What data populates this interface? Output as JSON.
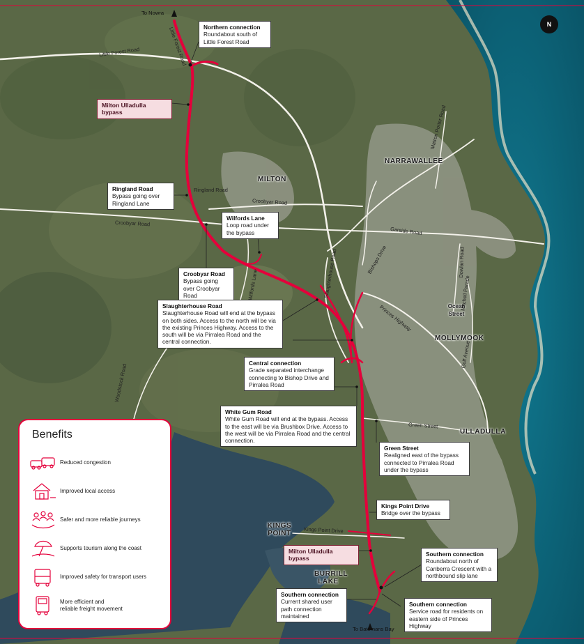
{
  "directions": {
    "north": "To Nowra",
    "south": "To Batemans Bay"
  },
  "north_arrow": "N",
  "towns": {
    "milton": "MILTON",
    "narrawallee": "NARRAWALLEE",
    "mollymook": "MOLLYMOOK",
    "ulladulla": "ULLADULLA",
    "kings_point": "KINGS POINT",
    "burrill_lake": "BURRILL LAKE",
    "ocean_street": "Ocean Street"
  },
  "roads": {
    "little_forest": "Little Forest Road",
    "little_forest_short": "Little Forest Road",
    "ringland": "Ringland Road",
    "croobyar_east": "Croobyar Road",
    "croobyar_west": "Croobyar Road",
    "wilfords": "Wilfords Lane",
    "slaughterhouse": "Slaughterhouse Road",
    "bishops": "Bishops Drive",
    "garside": "Garside Road",
    "matron_porter": "Matron Porter Road",
    "dowlan": "Dowlan Road",
    "mitchell": "Mitchell Parade",
    "princes": "Princes Highway",
    "golf": "Golf Avenue",
    "green": "Green Street",
    "woodstock": "Woodstock Road",
    "kings_point_drive": "Kings Point Drive"
  },
  "callouts": {
    "northern": {
      "title": "Northern connection",
      "body": "Roundabout south of Little Forest Road"
    },
    "bypass_north": {
      "title": "Milton Ulladulla bypass"
    },
    "ringland": {
      "title": "Ringland Road",
      "body": "Bypass going over Ringland Lane"
    },
    "wilfords": {
      "title": "Wilfords Lane",
      "body": "Loop road under the bypass"
    },
    "croobyar": {
      "title": "Croobyar Road",
      "body": "Bypass going over Croobyar Road"
    },
    "slaughterhouse": {
      "title": "Slaughterhouse Road",
      "body": "Slaughterhouse Road will end at the bypass on both sides. Access to the north will be via the existing Princes Highway. Access to the south will be via Pirralea Road and the central connection."
    },
    "central": {
      "title": "Central connection",
      "body": "Grade separated interchange connecting to Bishop Drive and Pirralea Road"
    },
    "white_gum": {
      "title": "White Gum Road",
      "body": "White Gum Road will end at the bypass. Access to the east will be via Brushbox Drive. Access to the west will be via Pirralea Road and the central connection."
    },
    "green": {
      "title": "Green Street",
      "body": "Realigned east of the bypass connected to Pirralea Road under the bypass"
    },
    "kings_point": {
      "title": "Kings Point Drive",
      "body": "Bridge over the bypass"
    },
    "bypass_south": {
      "title": "Milton Ulladulla bypass"
    },
    "southern_ne": {
      "title": "Southern connection",
      "body": "Roundabout north of Canberra Crescent with a northbound slip lane"
    },
    "southern_sw": {
      "title": "Southern connection",
      "body": "Current shared user path connection maintained"
    },
    "southern_se": {
      "title": "Southern connection",
      "body": "Service road for residents on eastern side of Princes Highway"
    }
  },
  "benefits": {
    "title": "Benefits",
    "items": [
      {
        "icon": "congestion-icon",
        "label": "Reduced congestion"
      },
      {
        "icon": "house-access-icon",
        "label": "Improved local access"
      },
      {
        "icon": "people-hands-icon",
        "label": "Safer and more reliable journeys"
      },
      {
        "icon": "beach-umbrella-icon",
        "label": "Supports tourism along the coast"
      },
      {
        "icon": "bus-icon",
        "label": "Improved safety for transport users"
      },
      {
        "icon": "truck-icon",
        "label": "More efficient and\nreliable freight movement"
      }
    ]
  },
  "colors": {
    "bypass": "#e4003b",
    "land": "#5d6b4a",
    "water": "#2f4a5c",
    "ocean": "#0c6f86",
    "callout_pink": "#f6dde1"
  }
}
